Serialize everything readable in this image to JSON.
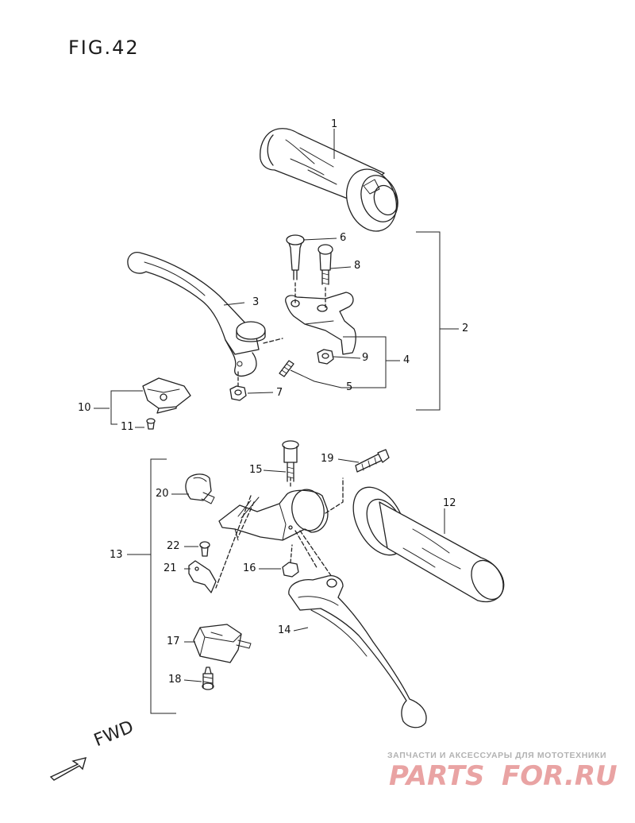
{
  "figure": {
    "title": "FIG.42"
  },
  "parts": [
    {
      "num": "1"
    },
    {
      "num": "2"
    },
    {
      "num": "3"
    },
    {
      "num": "4"
    },
    {
      "num": "5"
    },
    {
      "num": "6"
    },
    {
      "num": "7"
    },
    {
      "num": "8"
    },
    {
      "num": "9"
    },
    {
      "num": "10"
    },
    {
      "num": "11"
    },
    {
      "num": "12"
    },
    {
      "num": "13"
    },
    {
      "num": "14"
    },
    {
      "num": "15"
    },
    {
      "num": "16"
    },
    {
      "num": "17"
    },
    {
      "num": "18"
    },
    {
      "num": "19"
    },
    {
      "num": "20"
    },
    {
      "num": "21"
    },
    {
      "num": "22"
    }
  ],
  "direction_label": "FWD",
  "watermark": {
    "tagline": "ЗАПЧАСТИ И АКСЕССУАРЫ ДЛЯ МОТОТЕХНИКИ",
    "brand_left": "PARTS",
    "brand_right": "FOR.RU",
    "brand_color": "#e9a3a3"
  }
}
